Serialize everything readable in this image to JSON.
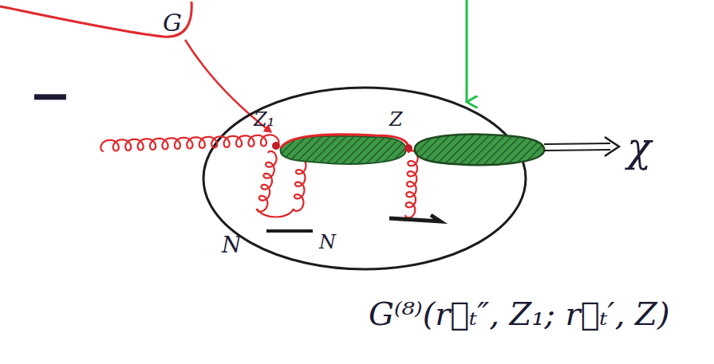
{
  "diagram": {
    "labels": [
      "G",
      "−",
      "Z₁",
      "Z",
      "χ",
      "N",
      "N",
      "G⁽⁸⁾(r⃗ₜ″, Z₁; r⃗ₜ′, Z)"
    ]
  }
}
